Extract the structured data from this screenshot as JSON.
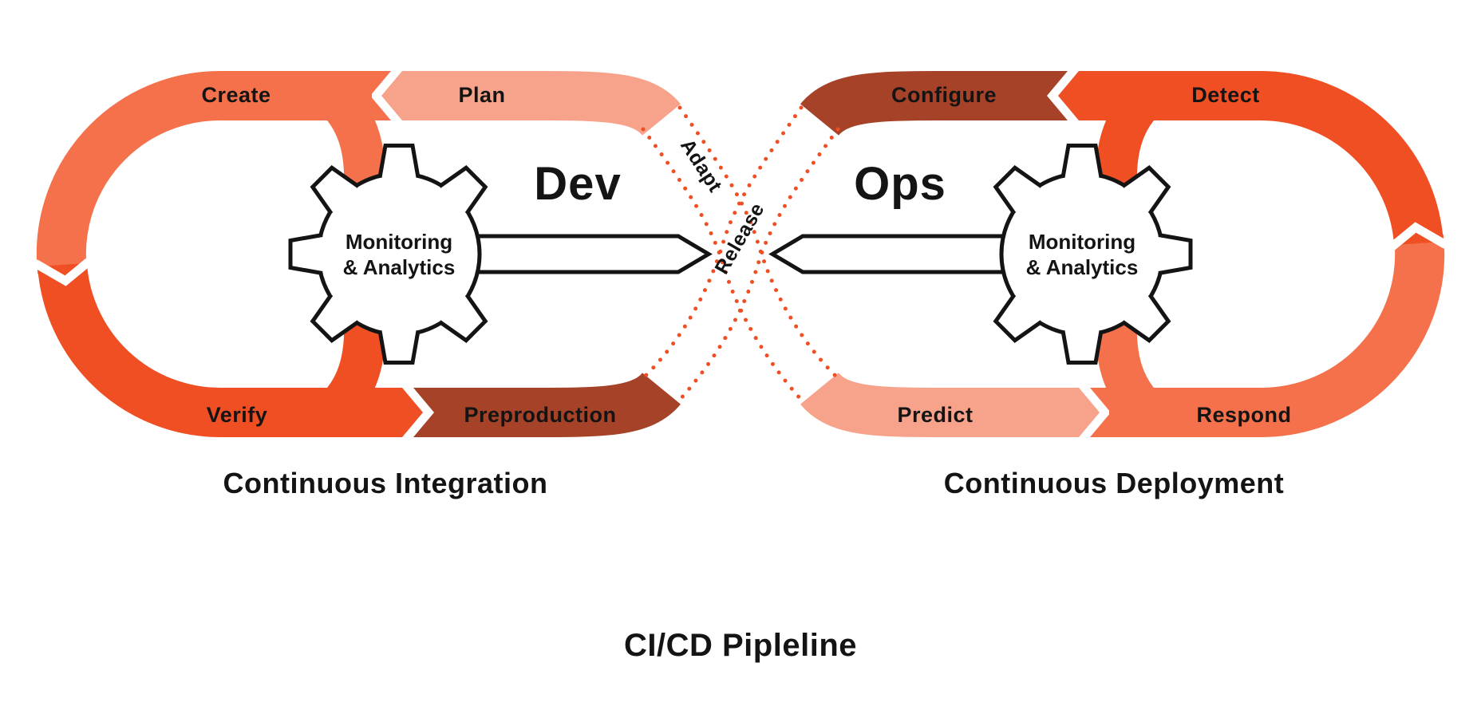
{
  "diagram": {
    "title": "CI/CD Pipleline",
    "left_loop": {
      "side_label": "Dev",
      "caption": "Continuous Integration",
      "segments": {
        "create": "Create",
        "plan": "Plan",
        "verify": "Verify",
        "preproduction": "Preproduction"
      },
      "gear": {
        "line1": "Monitoring",
        "line2": "& Analytics"
      }
    },
    "right_loop": {
      "side_label": "Ops",
      "caption": "Continuous Deployment",
      "segments": {
        "configure": "Configure",
        "detect": "Detect",
        "predict": "Predict",
        "respond": "Respond"
      },
      "gear": {
        "line1": "Monitoring",
        "line2": "& Analytics"
      }
    },
    "crossover": {
      "adapt": "Adapt",
      "release": "Release"
    },
    "colors": {
      "medium_salmon": "#f4714c",
      "light_salmon": "#f7a38b",
      "bright_orange_red": "#f04e23",
      "dark_brick": "#a64228",
      "dotted_border": "#f04e23",
      "text": "#141414",
      "background": "#ffffff"
    }
  }
}
